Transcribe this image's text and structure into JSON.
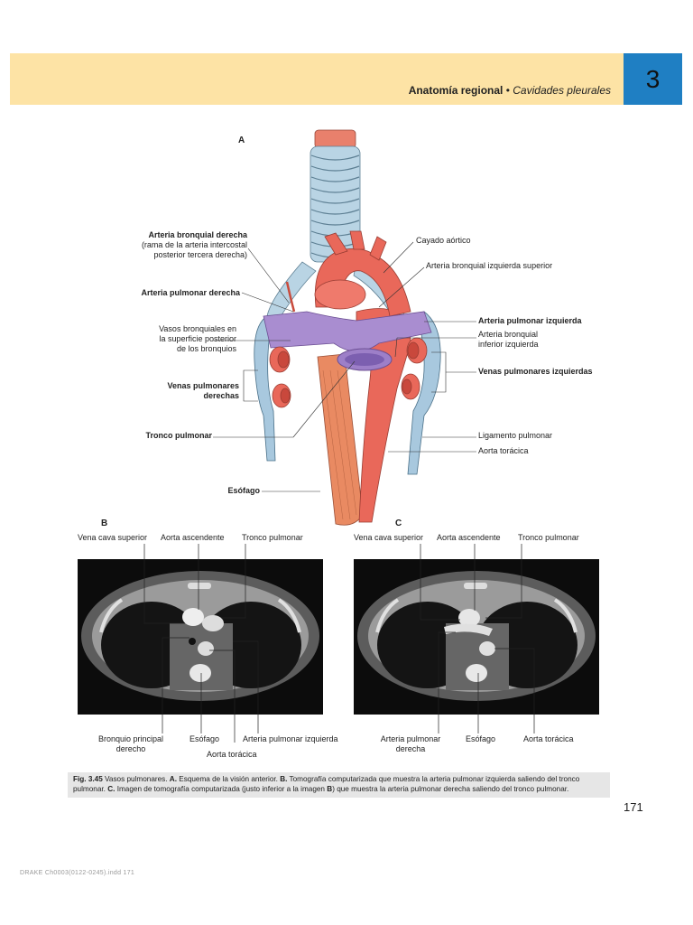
{
  "header": {
    "section": "Anatomía regional",
    "separator": "•",
    "subsection": "Cavidades pleurales",
    "chapter": "3",
    "colors": {
      "band": "#fde3a5",
      "chapter_box": "#1f7fc3"
    }
  },
  "figure_a": {
    "letter": "A",
    "labels": {
      "bronchial_right_1": "Arteria bronquial derecha",
      "bronchial_right_2": "(rama de la arteria intercostal",
      "bronchial_right_3": "posterior tercera derecha)",
      "pulm_artery_right": "Arteria pulmonar derecha",
      "bronchial_vessels_1": "Vasos bronquiales en",
      "bronchial_vessels_2": "la superficie posterior",
      "bronchial_vessels_3": "de los bronquios",
      "pulm_veins_right_1": "Venas pulmonares",
      "pulm_veins_right_2": "derechas",
      "pulm_trunk": "Tronco pulmonar",
      "esophagus": "Esófago",
      "aortic_arch": "Cayado aórtico",
      "bronchial_left_sup": "Arteria bronquial izquierda superior",
      "pulm_artery_left": "Arteria pulmonar izquierda",
      "bronchial_left_inf_1": "Arteria bronquial",
      "bronchial_left_inf_2": "inferior izquierda",
      "pulm_veins_left": "Venas pulmonares izquierdas",
      "pulm_ligament": "Ligamento pulmonar",
      "thoracic_aorta": "Aorta torácica"
    }
  },
  "figure_b": {
    "letter": "B",
    "labels": {
      "svc": "Vena cava superior",
      "asc_aorta": "Aorta ascendente",
      "pulm_trunk": "Tronco pulmonar",
      "main_bronchus_1": "Bronquio principal",
      "main_bronchus_2": "derecho",
      "esophagus": "Esófago",
      "thoracic_aorta": "Aorta torácica",
      "pulm_artery_left": "Arteria pulmonar izquierda"
    }
  },
  "figure_c": {
    "letter": "C",
    "labels": {
      "svc": "Vena cava superior",
      "asc_aorta": "Aorta ascendente",
      "pulm_trunk": "Tronco pulmonar",
      "pulm_artery_right_1": "Arteria pulmonar",
      "pulm_artery_right_2": "derecha",
      "esophagus": "Esófago",
      "thoracic_aorta": "Aorta torácica"
    }
  },
  "caption": {
    "fig": "Fig. 3.45",
    "t1": " Vasos pulmonares. ",
    "a": "A.",
    "t2": " Esquema de la visión anterior. ",
    "b": "B.",
    "t3": " Tomografía computarizada que muestra la arteria pulmonar izquierda saliendo del tronco pulmonar. ",
    "c": "C.",
    "t4": " Imagen de tomografía computarizada (justo inferior a la imagen ",
    "b2": "B",
    "t5": ") que muestra la arteria pulmonar derecha saliendo del tronco pulmonar."
  },
  "page_number": "171",
  "footer": "DRAKE Ch0003(0122-0245).indd 171"
}
